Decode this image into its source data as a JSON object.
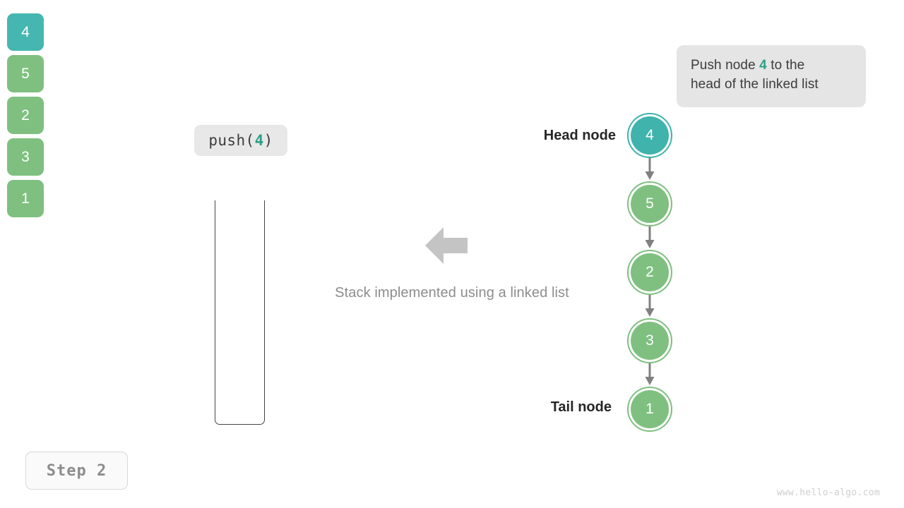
{
  "colors": {
    "teal": "#3fb3ac",
    "green": "#7fc080",
    "highlight_text": "#2ca089",
    "arrow_gray": "#c4c4c4",
    "connector_gray": "#808080",
    "callout_bg": "#e5e5e5",
    "label_bg": "#e8e8e8",
    "caption_gray": "#8d8d8d",
    "watermark_gray": "#cfcfcf"
  },
  "callout": {
    "prefix": "Push node ",
    "value": "4",
    "suffix": " to the",
    "line2": "head of the linked list"
  },
  "operation": {
    "name": "push",
    "open_paren": "(",
    "argument": "4",
    "close_paren": ")"
  },
  "stack": {
    "cells": [
      {
        "value": "4",
        "color": "teal"
      },
      {
        "value": "5",
        "color": "green"
      },
      {
        "value": "2",
        "color": "green"
      },
      {
        "value": "3",
        "color": "green"
      },
      {
        "value": "1",
        "color": "green"
      }
    ]
  },
  "caption": {
    "text": "Stack implemented using a linked list"
  },
  "linked_list": {
    "head_label": "Head node",
    "tail_label": "Tail node",
    "nodes": [
      {
        "value": "4",
        "color": "teal"
      },
      {
        "value": "5",
        "color": "green"
      },
      {
        "value": "2",
        "color": "green"
      },
      {
        "value": "3",
        "color": "green"
      },
      {
        "value": "1",
        "color": "green"
      }
    ]
  },
  "step": {
    "label": "Step  2"
  },
  "watermark": {
    "text": "www.hello-algo.com"
  }
}
